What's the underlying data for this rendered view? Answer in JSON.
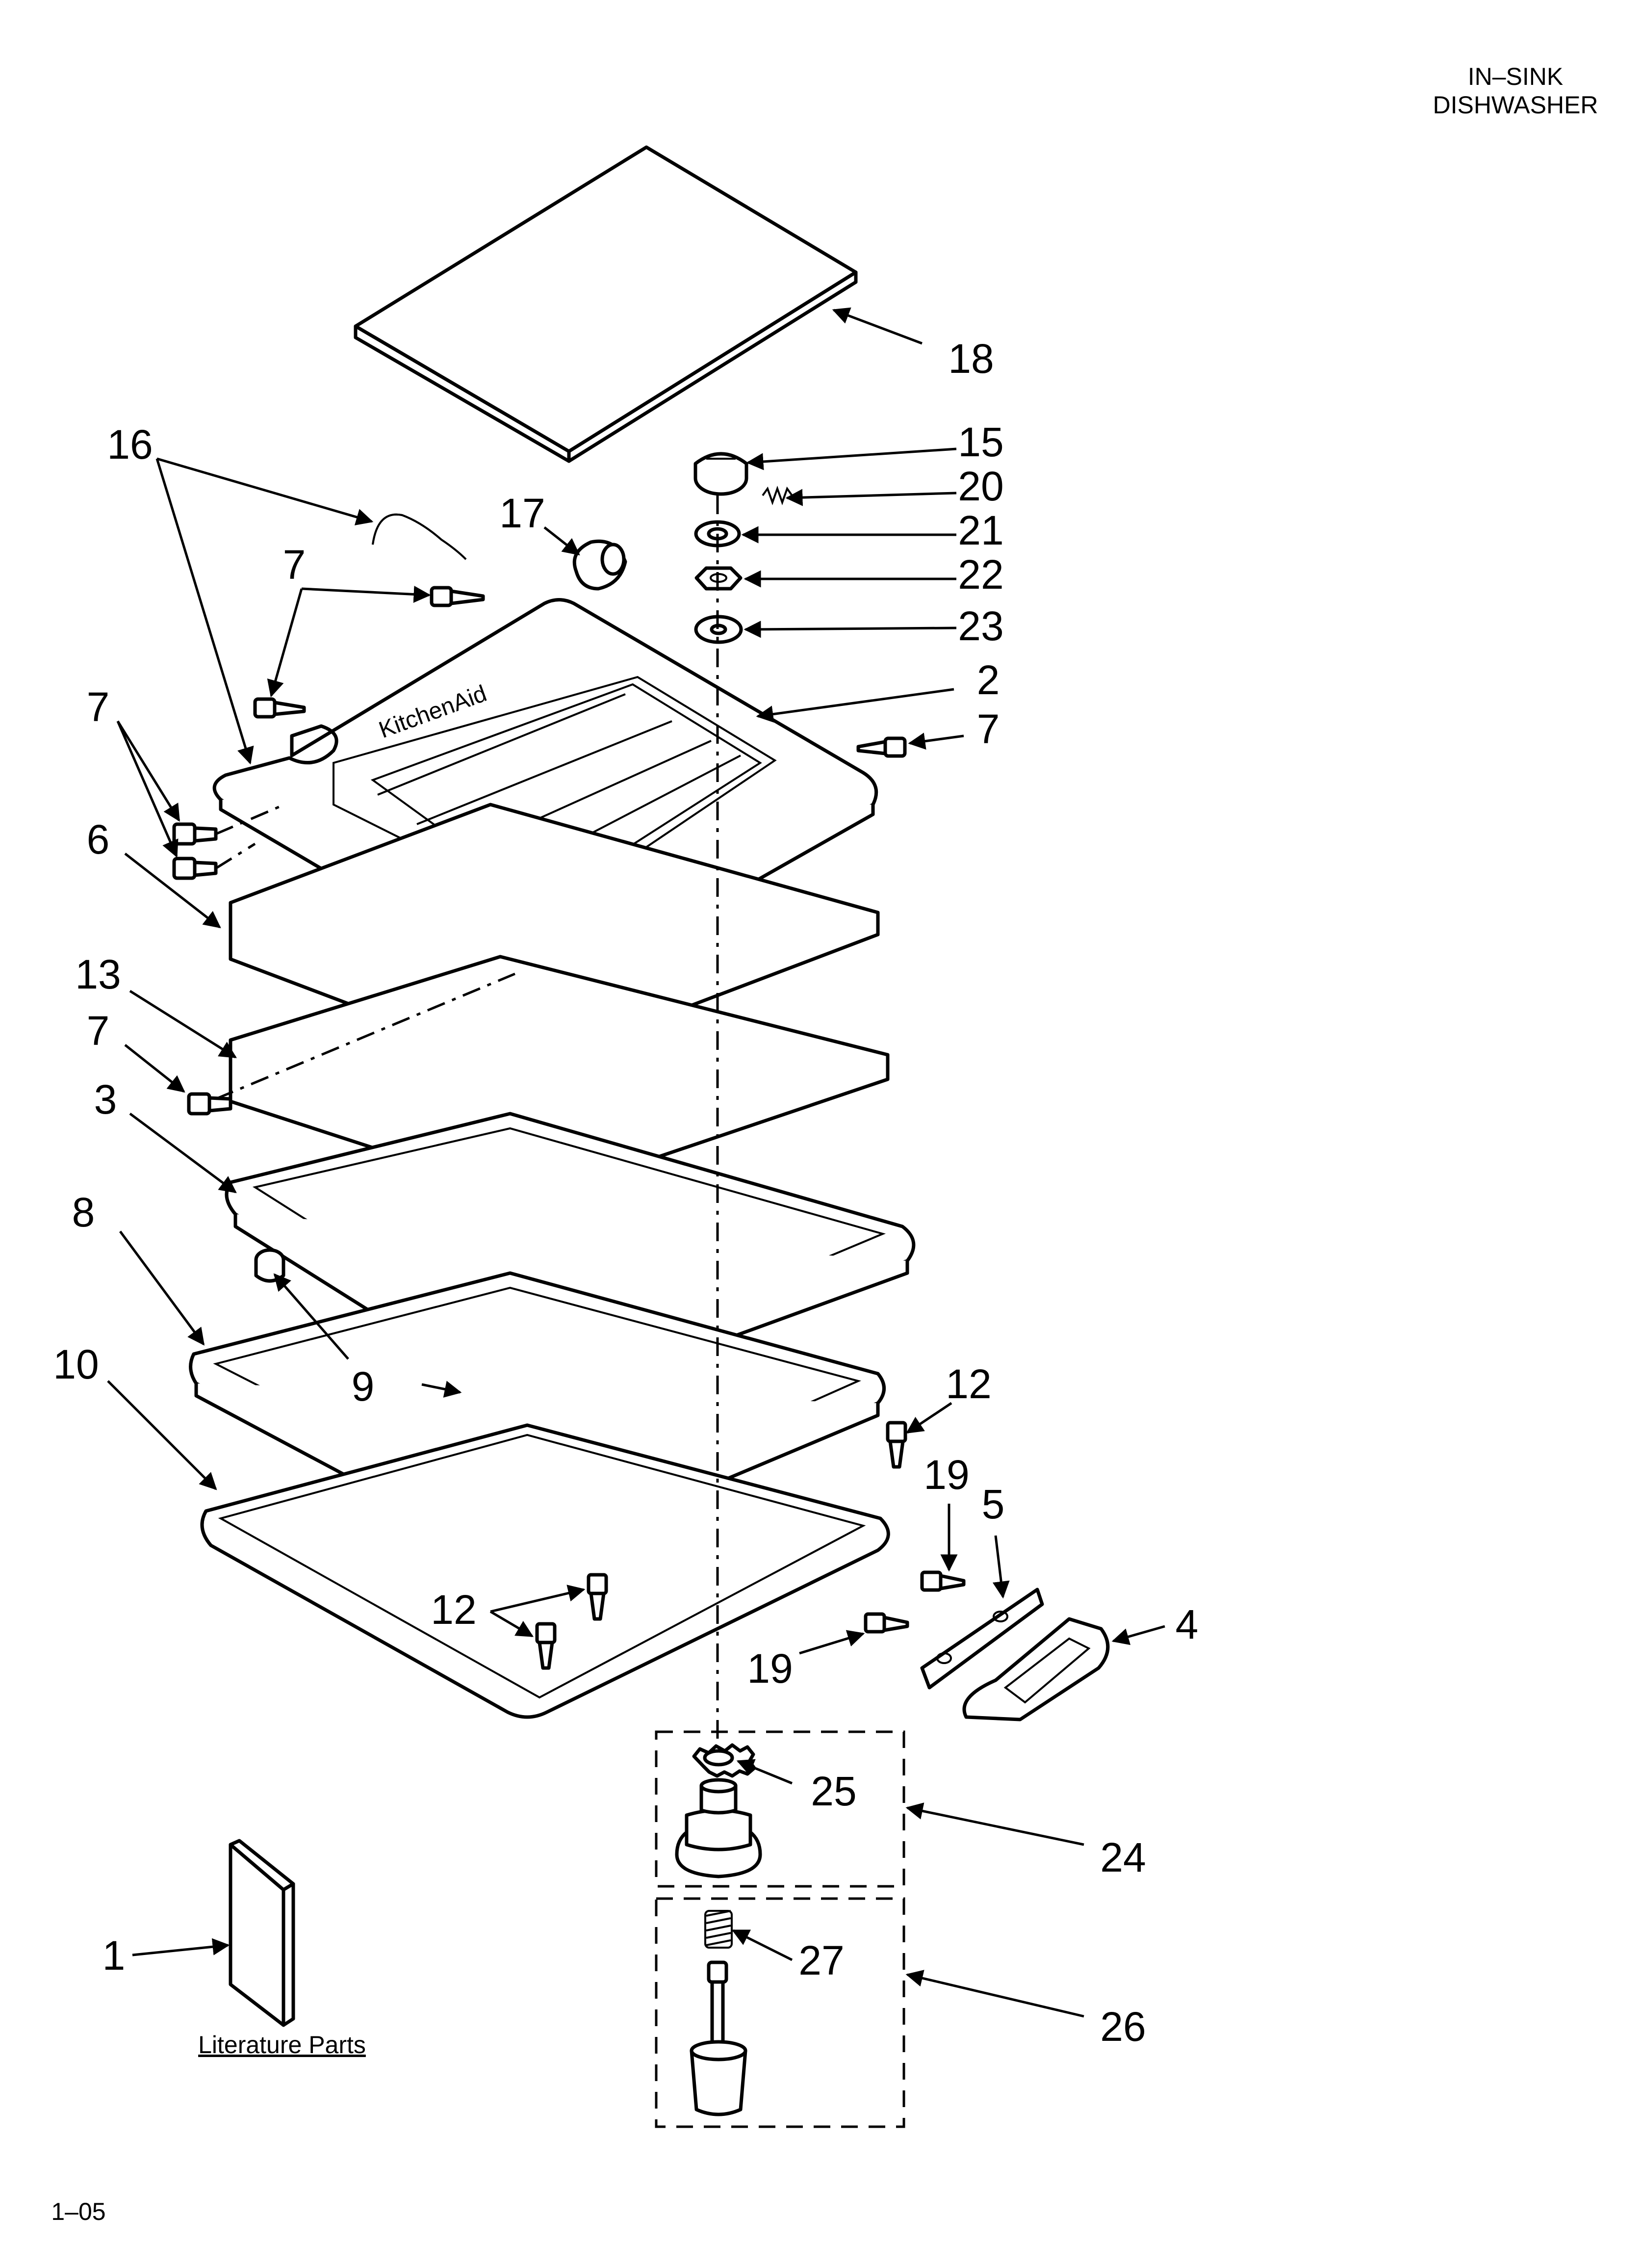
{
  "header": {
    "line1": "IN–SINK",
    "line2": "DISHWASHER"
  },
  "literature_label": "Literature Parts",
  "footer_code": "1–05",
  "callouts": {
    "c1": "1",
    "c2": "2",
    "c3": "3",
    "c4": "4",
    "c5": "5",
    "c6": "6",
    "c7": "7",
    "c8": "8",
    "c9": "9",
    "c10": "10",
    "c12": "12",
    "c13": "13",
    "c15": "15",
    "c16": "16",
    "c17": "17",
    "c18": "18",
    "c19": "19",
    "c20": "20",
    "c21": "21",
    "c22": "22",
    "c23": "23",
    "c24": "24",
    "c25": "25",
    "c26": "26",
    "c27": "27"
  }
}
